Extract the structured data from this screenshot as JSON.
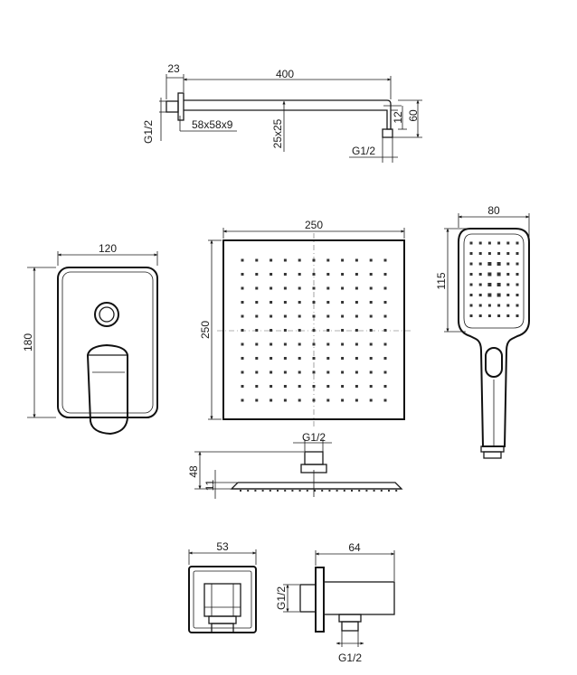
{
  "arm": {
    "flange_width": "23",
    "length": "400",
    "thread_left": "G1/2",
    "flange_size": "58x58x9",
    "tube_section": "25x25",
    "drop_small": "12",
    "drop_total": "60",
    "thread_bottom": "G1/2"
  },
  "mixer": {
    "width": "120",
    "height": "180"
  },
  "head": {
    "width": "250",
    "height": "250",
    "thread": "G1/2",
    "total_height": "48",
    "plate_height": "11"
  },
  "handshower": {
    "width": "80",
    "face_height": "115"
  },
  "outlet_front": {
    "width": "53"
  },
  "outlet_side": {
    "depth": "64",
    "thread_side": "G1/2",
    "thread_bottom": "G1/2"
  }
}
